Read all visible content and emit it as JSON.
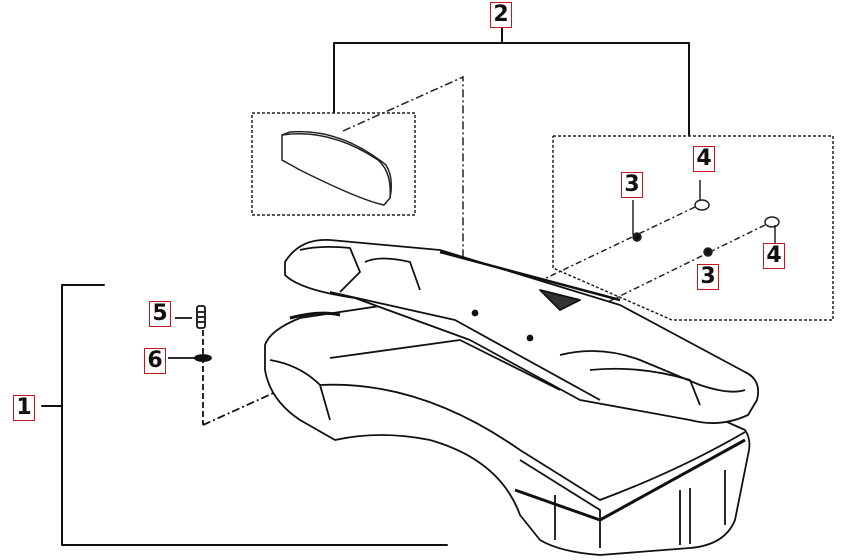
{
  "diagram": {
    "type": "exploded parts diagram",
    "subject": "carry case / storage box assembly",
    "callout_color": "#c4161c",
    "line_color": "#111111",
    "callouts": [
      {
        "id": "c2",
        "label": "2",
        "target": "kit group (foam insert + fasteners)"
      },
      {
        "id": "c4a",
        "label": "4",
        "target": "cap / grommet upper"
      },
      {
        "id": "c3a",
        "label": "3",
        "target": "pin / rivet upper"
      },
      {
        "id": "c4b",
        "label": "4",
        "target": "cap / grommet lower"
      },
      {
        "id": "c3b",
        "label": "3",
        "target": "pin / rivet lower"
      },
      {
        "id": "c5",
        "label": "5",
        "target": "screw"
      },
      {
        "id": "c6",
        "label": "6",
        "target": "washer"
      },
      {
        "id": "c1",
        "label": "1",
        "target": "case assembly"
      }
    ]
  }
}
